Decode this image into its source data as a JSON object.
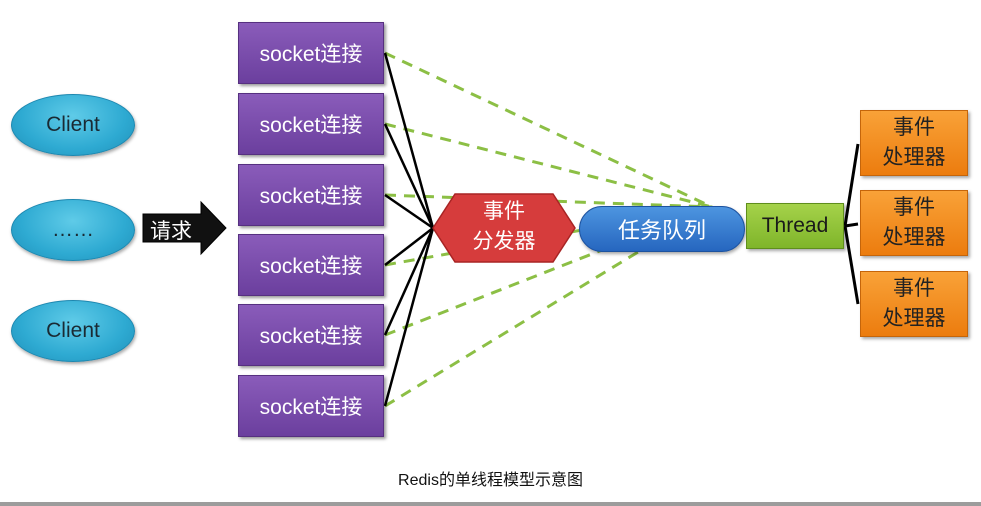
{
  "diagram": {
    "clients": [
      "Client",
      "……",
      "Client"
    ],
    "request_arrow_label": "请求",
    "sockets": [
      "socket连接",
      "socket连接",
      "socket连接",
      "socket连接",
      "socket连接",
      "socket连接"
    ],
    "dispatcher": {
      "line1": "事件",
      "line2": "分发器"
    },
    "queue": "任务队列",
    "thread": "Thread",
    "handlers": [
      {
        "line1": "事件",
        "line2": "处理器"
      },
      {
        "line1": "事件",
        "line2": "处理器"
      },
      {
        "line1": "事件",
        "line2": "处理器"
      }
    ],
    "caption": "Redis的单线程模型示意图"
  },
  "colors": {
    "client": "#2eaad2",
    "socket": "#7a4cad",
    "dispatcher": "#d93a3a",
    "queue": "#3478d0",
    "thread": "#8fc23a",
    "handler": "#f28c1e",
    "dashed_line": "#8cbf45",
    "solid_line": "#000000"
  }
}
